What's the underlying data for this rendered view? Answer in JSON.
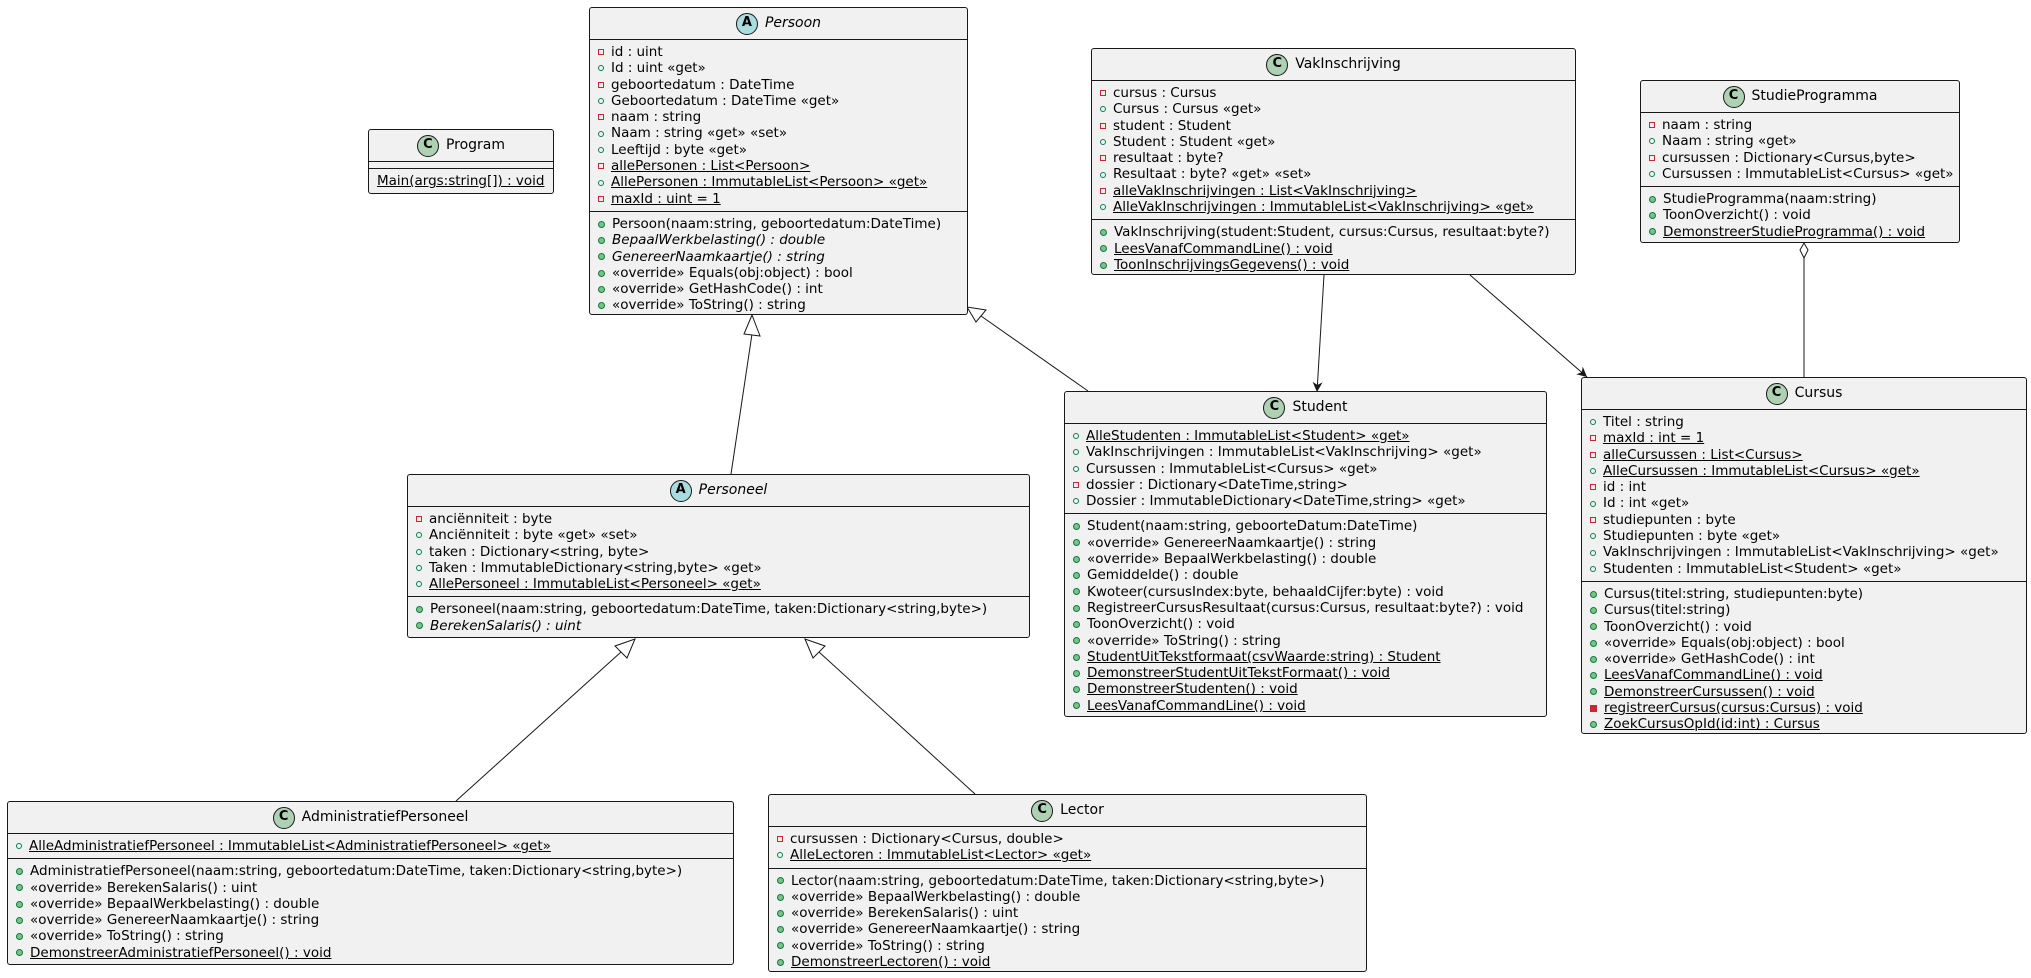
{
  "classes": {
    "persoon": {
      "name": "Persoon",
      "kind": "abstract",
      "fields": [
        {
          "vis": "private",
          "text": "id : uint"
        },
        {
          "vis": "public",
          "text": "Id : uint «get»"
        },
        {
          "vis": "private",
          "text": "geboortedatum : DateTime"
        },
        {
          "vis": "public",
          "text": "Geboortedatum : DateTime «get»"
        },
        {
          "vis": "private",
          "text": "naam : string"
        },
        {
          "vis": "public",
          "text": "Naam : string «get» «set»"
        },
        {
          "vis": "public",
          "text": "Leeftijd : byte «get»"
        },
        {
          "vis": "private",
          "text": "allePersonen : List<Persoon>",
          "static": true
        },
        {
          "vis": "public",
          "text": "AllePersonen : ImmutableList<Persoon> «get»",
          "static": true
        },
        {
          "vis": "private",
          "text": "maxId : uint = 1",
          "static": true
        }
      ],
      "methods": [
        {
          "vis": "public",
          "text": "Persoon(naam:string, geboortedatum:DateTime)"
        },
        {
          "vis": "public",
          "text": "BepaalWerkbelasting() : double",
          "abstract": true
        },
        {
          "vis": "public",
          "text": "GenereerNaamkaartje() : string",
          "abstract": true
        },
        {
          "vis": "public",
          "text": "«override» Equals(obj:object) : bool"
        },
        {
          "vis": "public",
          "text": "«override» GetHashCode() : int"
        },
        {
          "vis": "public",
          "text": "«override» ToString() : string"
        }
      ]
    },
    "program": {
      "name": "Program",
      "kind": "class",
      "fields": [],
      "methods": [
        {
          "vis": "none",
          "text": "Main(args:string[]) : void",
          "static": true
        }
      ]
    },
    "vakinschrijving": {
      "name": "VakInschrijving",
      "kind": "class",
      "fields": [
        {
          "vis": "private",
          "text": "cursus : Cursus"
        },
        {
          "vis": "public",
          "text": "Cursus : Cursus «get»"
        },
        {
          "vis": "private",
          "text": "student : Student"
        },
        {
          "vis": "public",
          "text": "Student : Student «get»"
        },
        {
          "vis": "private",
          "text": "resultaat : byte?"
        },
        {
          "vis": "public",
          "text": "Resultaat : byte? «get» «set»"
        },
        {
          "vis": "private",
          "text": "alleVakInschrijvingen : List<VakInschrijving>",
          "static": true
        },
        {
          "vis": "public",
          "text": "AlleVakInschrijvingen : ImmutableList<VakInschrijving> «get»",
          "static": true
        }
      ],
      "methods": [
        {
          "vis": "public",
          "text": "VakInschrijving(student:Student, cursus:Cursus, resultaat:byte?)"
        },
        {
          "vis": "public",
          "text": "LeesVanafCommandLine() : void",
          "static": true
        },
        {
          "vis": "public",
          "text": "ToonInschrijvingsGegevens() : void",
          "static": true
        }
      ]
    },
    "studieprogramma": {
      "name": "StudieProgramma",
      "kind": "class",
      "fields": [
        {
          "vis": "private",
          "text": "naam : string"
        },
        {
          "vis": "public",
          "text": "Naam : string «get»"
        },
        {
          "vis": "private",
          "text": "cursussen : Dictionary<Cursus,byte>"
        },
        {
          "vis": "public",
          "text": "Cursussen : ImmutableList<Cursus> «get»"
        }
      ],
      "methods": [
        {
          "vis": "public",
          "text": "StudieProgramma(naam:string)"
        },
        {
          "vis": "public",
          "text": "ToonOverzicht() : void"
        },
        {
          "vis": "public",
          "text": "DemonstreerStudieProgramma() : void",
          "static": true
        }
      ]
    },
    "student": {
      "name": "Student",
      "kind": "class",
      "fields": [
        {
          "vis": "public",
          "text": "AlleStudenten : ImmutableList<Student> «get»",
          "static": true
        },
        {
          "vis": "public",
          "text": "VakInschrijvingen : ImmutableList<VakInschrijving> «get»"
        },
        {
          "vis": "public",
          "text": "Cursussen : ImmutableList<Cursus> «get»"
        },
        {
          "vis": "private",
          "text": "dossier : Dictionary<DateTime,string>"
        },
        {
          "vis": "public",
          "text": "Dossier : ImmutableDictionary<DateTime,string> «get»"
        }
      ],
      "methods": [
        {
          "vis": "public",
          "text": "Student(naam:string, geboorteDatum:DateTime)"
        },
        {
          "vis": "public",
          "text": "«override» GenereerNaamkaartje() : string"
        },
        {
          "vis": "public",
          "text": "«override» BepaalWerkbelasting() : double"
        },
        {
          "vis": "public",
          "text": "Gemiddelde() : double"
        },
        {
          "vis": "public",
          "text": "Kwoteer(cursusIndex:byte, behaaldCijfer:byte) : void"
        },
        {
          "vis": "public",
          "text": "RegistreerCursusResultaat(cursus:Cursus, resultaat:byte?) : void"
        },
        {
          "vis": "public",
          "text": "ToonOverzicht() : void"
        },
        {
          "vis": "public",
          "text": "«override» ToString() : string"
        },
        {
          "vis": "public",
          "text": "StudentUitTekstformaat(csvWaarde:string) : Student",
          "static": true
        },
        {
          "vis": "public",
          "text": "DemonstreerStudentUitTekstFormaat() : void",
          "static": true
        },
        {
          "vis": "public",
          "text": "DemonstreerStudenten() : void",
          "static": true
        },
        {
          "vis": "public",
          "text": "LeesVanafCommandLine() : void",
          "static": true
        }
      ]
    },
    "cursus": {
      "name": "Cursus",
      "kind": "class",
      "fields": [
        {
          "vis": "public",
          "text": "Titel : string"
        },
        {
          "vis": "private",
          "text": "maxId : int = 1",
          "static": true
        },
        {
          "vis": "private",
          "text": "alleCursussen : List<Cursus>",
          "static": true
        },
        {
          "vis": "public",
          "text": "AlleCursussen : ImmutableList<Cursus> «get»",
          "static": true
        },
        {
          "vis": "private",
          "text": "id : int"
        },
        {
          "vis": "public",
          "text": "Id : int «get»"
        },
        {
          "vis": "private",
          "text": "studiepunten : byte"
        },
        {
          "vis": "public",
          "text": "Studiepunten : byte «get»"
        },
        {
          "vis": "public",
          "text": "VakInschrijvingen : ImmutableList<VakInschrijving> «get»"
        },
        {
          "vis": "public",
          "text": "Studenten : ImmutableList<Student> «get»"
        }
      ],
      "methods": [
        {
          "vis": "public",
          "text": "Cursus(titel:string, studiepunten:byte)"
        },
        {
          "vis": "public",
          "text": "Cursus(titel:string)"
        },
        {
          "vis": "public",
          "text": "ToonOverzicht() : void"
        },
        {
          "vis": "public",
          "text": "«override» Equals(obj:object) : bool"
        },
        {
          "vis": "public",
          "text": "«override» GetHashCode() : int"
        },
        {
          "vis": "public",
          "text": "LeesVanafCommandLine() : void",
          "static": true
        },
        {
          "vis": "public",
          "text": "DemonstreerCursussen() : void",
          "static": true
        },
        {
          "vis": "private",
          "text": "registreerCursus(cursus:Cursus) : void",
          "static": true
        },
        {
          "vis": "public",
          "text": "ZoekCursusOpId(id:int) : Cursus",
          "static": true
        }
      ]
    },
    "personeel": {
      "name": "Personeel",
      "kind": "abstract",
      "fields": [
        {
          "vis": "private",
          "text": "anciënniteit : byte"
        },
        {
          "vis": "public",
          "text": "Anciënniteit : byte «get» «set»"
        },
        {
          "vis": "public",
          "text": "taken : Dictionary<string, byte>"
        },
        {
          "vis": "public",
          "text": "Taken : ImmutableDictionary<string,byte> «get»"
        },
        {
          "vis": "public",
          "text": "AllePersoneel : ImmutableList<Personeel> «get»",
          "static": true
        }
      ],
      "methods": [
        {
          "vis": "public",
          "text": "Personeel(naam:string, geboortedatum:DateTime, taken:Dictionary<string,byte>)"
        },
        {
          "vis": "public",
          "text": "BerekenSalaris() : uint",
          "abstract": true
        }
      ]
    },
    "administratiefpersoneel": {
      "name": "AdministratiefPersoneel",
      "kind": "class",
      "fields": [
        {
          "vis": "public",
          "text": "AlleAdministratiefPersoneel : ImmutableList<AdministratiefPersoneel> «get»",
          "static": true
        }
      ],
      "methods": [
        {
          "vis": "public",
          "text": "AdministratiefPersoneel(naam:string, geboortedatum:DateTime, taken:Dictionary<string,byte>)"
        },
        {
          "vis": "public",
          "text": "«override» BerekenSalaris() : uint"
        },
        {
          "vis": "public",
          "text": "«override» BepaalWerkbelasting() : double"
        },
        {
          "vis": "public",
          "text": "«override» GenereerNaamkaartje() : string"
        },
        {
          "vis": "public",
          "text": "«override» ToString() : string"
        },
        {
          "vis": "public",
          "text": "DemonstreerAdministratiefPersoneel() : void",
          "static": true
        }
      ]
    },
    "lector": {
      "name": "Lector",
      "kind": "class",
      "fields": [
        {
          "vis": "private",
          "text": "cursussen : Dictionary<Cursus, double>"
        },
        {
          "vis": "public",
          "text": "AlleLectoren : ImmutableList<Lector> «get»",
          "static": true
        }
      ],
      "methods": [
        {
          "vis": "public",
          "text": "Lector(naam:string, geboortedatum:DateTime, taken:Dictionary<string,byte>)"
        },
        {
          "vis": "public",
          "text": "«override» BepaalWerkbelasting() : double"
        },
        {
          "vis": "public",
          "text": "«override» BerekenSalaris() : uint"
        },
        {
          "vis": "public",
          "text": "«override» GenereerNaamkaartje() : string"
        },
        {
          "vis": "public",
          "text": "«override» ToString() : string"
        },
        {
          "vis": "public",
          "text": "DemonstreerLectoren() : void",
          "static": true
        }
      ]
    }
  },
  "relations": [
    {
      "type": "inheritance",
      "from": "Student",
      "to": "Persoon"
    },
    {
      "type": "inheritance",
      "from": "Personeel",
      "to": "Persoon"
    },
    {
      "type": "inheritance",
      "from": "AdministratiefPersoneel",
      "to": "Personeel"
    },
    {
      "type": "inheritance",
      "from": "Lector",
      "to": "Personeel"
    },
    {
      "type": "association",
      "from": "VakInschrijving",
      "to": "Student"
    },
    {
      "type": "association",
      "from": "VakInschrijving",
      "to": "Cursus"
    },
    {
      "type": "aggregation",
      "from": "StudieProgramma",
      "to": "Cursus"
    }
  ]
}
